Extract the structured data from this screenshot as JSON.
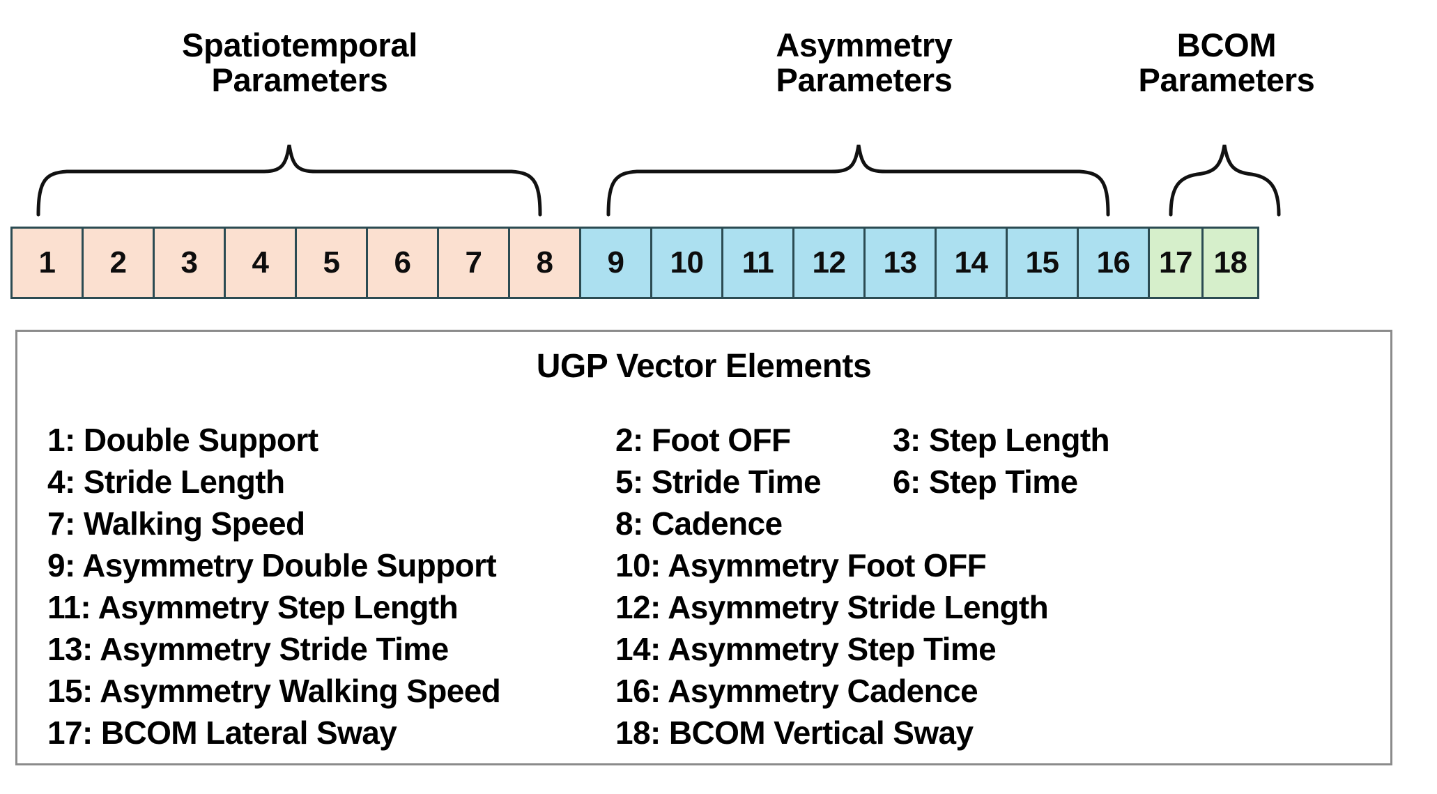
{
  "groups": [
    {
      "key": "spatiotemporal",
      "label": "Spatiotemporal\nParameters",
      "color": "#fbe0d0",
      "indices": [
        "1",
        "2",
        "3",
        "4",
        "5",
        "6",
        "7",
        "8"
      ]
    },
    {
      "key": "asymmetry",
      "label": "Asymmetry\nParameters",
      "color": "#ace0f0",
      "indices": [
        "9",
        "10",
        "11",
        "12",
        "13",
        "14",
        "15",
        "16"
      ]
    },
    {
      "key": "bcom",
      "label": "BCOM\nParameters",
      "color": "#d6efcb",
      "indices": [
        "17",
        "18"
      ]
    }
  ],
  "vector": {
    "cells": [
      {
        "index": "1",
        "group": "spatiotemporal"
      },
      {
        "index": "2",
        "group": "spatiotemporal"
      },
      {
        "index": "3",
        "group": "spatiotemporal"
      },
      {
        "index": "4",
        "group": "spatiotemporal"
      },
      {
        "index": "5",
        "group": "spatiotemporal"
      },
      {
        "index": "6",
        "group": "spatiotemporal"
      },
      {
        "index": "7",
        "group": "spatiotemporal"
      },
      {
        "index": "8",
        "group": "spatiotemporal"
      },
      {
        "index": "9",
        "group": "asymmetry"
      },
      {
        "index": "10",
        "group": "asymmetry"
      },
      {
        "index": "11",
        "group": "asymmetry"
      },
      {
        "index": "12",
        "group": "asymmetry"
      },
      {
        "index": "13",
        "group": "asymmetry"
      },
      {
        "index": "14",
        "group": "asymmetry"
      },
      {
        "index": "15",
        "group": "asymmetry"
      },
      {
        "index": "16",
        "group": "asymmetry"
      },
      {
        "index": "17",
        "group": "bcom"
      },
      {
        "index": "18",
        "group": "bcom"
      }
    ],
    "border_color": "#2b4b52"
  },
  "legend": {
    "title": "UGP Vector Elements",
    "border_color": "#8b8b8b",
    "rows": [
      [
        "1: Double Support",
        "2: Foot OFF",
        "3: Step Length"
      ],
      [
        "4: Stride Length",
        "5: Stride Time",
        "6: Step Time"
      ],
      [
        "7: Walking Speed",
        "8: Cadence",
        ""
      ],
      [
        "9: Asymmetry Double Support",
        "10: Asymmetry Foot OFF",
        ""
      ],
      [
        "11: Asymmetry Step Length",
        "12: Asymmetry Stride Length",
        ""
      ],
      [
        "13: Asymmetry Stride Time",
        "14: Asymmetry Step Time",
        ""
      ],
      [
        "15: Asymmetry Walking Speed",
        "16: Asymmetry Cadence",
        ""
      ],
      [
        "17: BCOM Lateral Sway",
        "18: BCOM Vertical Sway",
        ""
      ]
    ]
  }
}
